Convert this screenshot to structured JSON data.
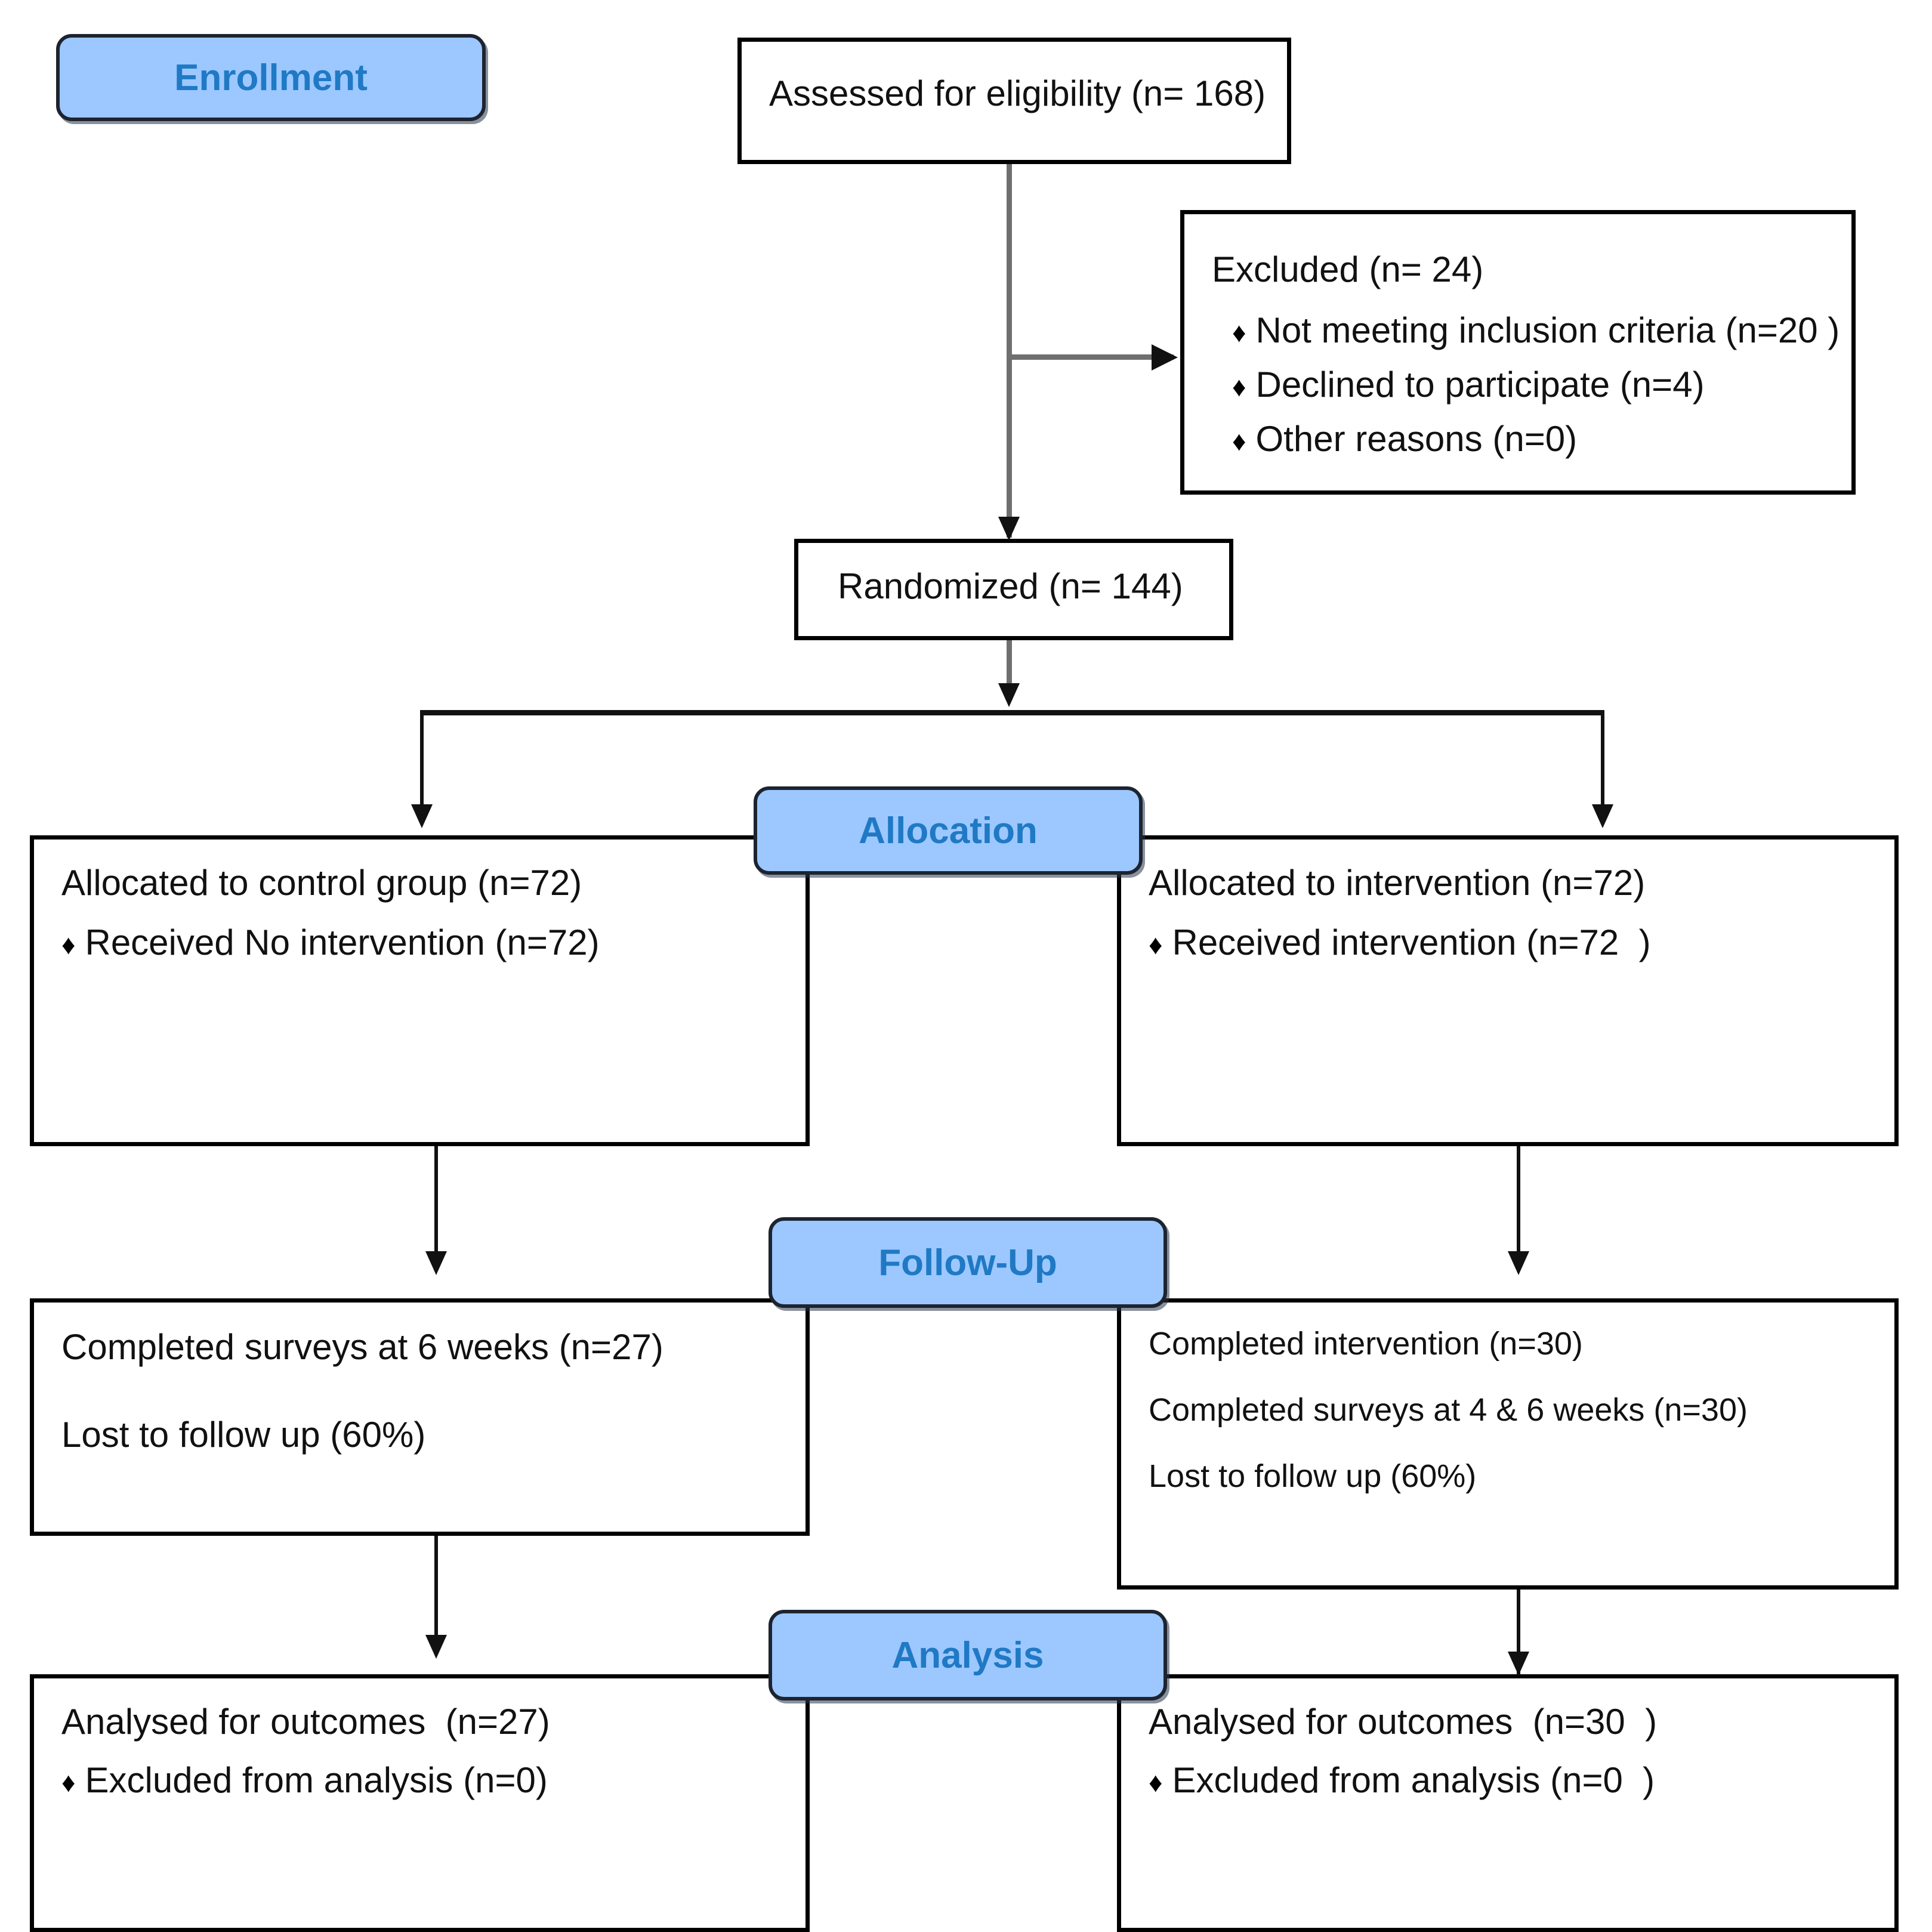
{
  "diagram": {
    "title": "CONSORT participant flow diagram",
    "accent_badge_fill": "#9CC8FF",
    "accent_badge_text": "#2079C4",
    "box_border": "#000000",
    "connector_color": "#6F6F6F"
  },
  "stages": {
    "enrollment": "Enrollment",
    "allocation": "Allocation",
    "followup": "Follow-Up",
    "analysis": "Analysis"
  },
  "enrollment": {
    "assessed": "Assessed for eligibility (n= 168)",
    "randomized": "Randomized (n= 144)",
    "excluded": {
      "heading": "Excluded (n= 24)",
      "reasons": [
        "Not meeting inclusion criteria (n=20 )",
        "Declined to participate (n=4)",
        "Other reasons (n=0)"
      ]
    }
  },
  "allocation": {
    "left": {
      "heading": "Allocated to control group (n=72)",
      "bullets": [
        "Received No intervention (n=72)"
      ]
    },
    "right": {
      "heading": "Allocated to intervention (n=72)",
      "bullets": [
        "Received intervention (n=72  )"
      ]
    }
  },
  "followup": {
    "left": {
      "lines": [
        "Completed surveys at 6 weeks (n=27)",
        "Lost to follow up (60%)"
      ]
    },
    "right": {
      "lines": [
        "Completed intervention (n=30)",
        "Completed surveys at 4 & 6 weeks (n=30)",
        "Lost to follow up (60%)"
      ]
    }
  },
  "analysis": {
    "left": {
      "heading": "Analysed for outcomes  (n=27)",
      "bullets": [
        "Excluded from analysis (n=0)"
      ]
    },
    "right": {
      "heading": "Analysed for outcomes  (n=30  )",
      "bullets": [
        "Excluded from analysis (n=0  )"
      ]
    }
  },
  "icons": {
    "bullet": "♦"
  }
}
